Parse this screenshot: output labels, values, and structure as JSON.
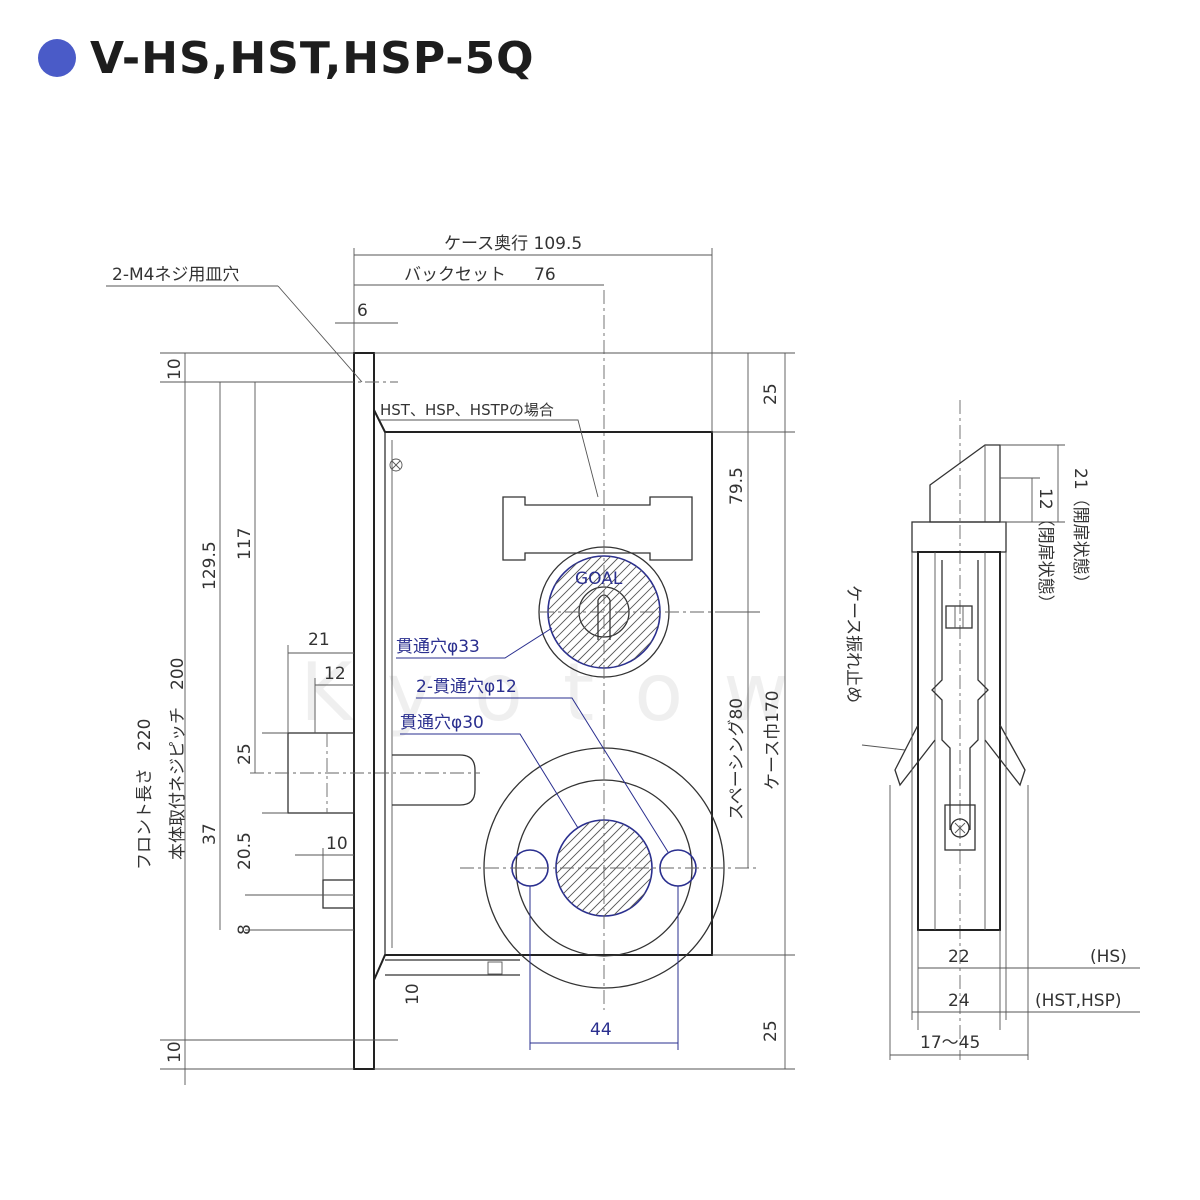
{
  "header": {
    "title": "V-HS,HST,HSP-5Q"
  },
  "colors": {
    "title_dot": "#4a5bc8",
    "line": "#333333",
    "accent_blue": "#2a2f8f"
  },
  "front_view": {
    "case_depth": "ケース奥行 109.5",
    "backset_label": "バックセット",
    "backset_value": "76",
    "screw_hole": "2-M4ネジ用皿穴",
    "dim_6": "6",
    "variant_note": "HST、HSP、HSTPの場合",
    "dim_10_top": "10",
    "dim_1295": "129.5",
    "dim_117": "117",
    "front_length": "フロント長さ　220",
    "mount_pitch": "本体取付ネジピッチ　200",
    "dim_21": "21",
    "dim_12": "12",
    "dim_25_left": "25",
    "dim_37": "37",
    "dim_205": "20.5",
    "dim_10_latch": "10",
    "dim_8": "8",
    "dim_10_bottom": "10",
    "dim_10_inner": "10",
    "dim_44": "44",
    "dim_25_right_top": "25",
    "dim_795": "79.5",
    "spacing": "スペーシング80",
    "case_width": "ケース巾170",
    "dim_25_right_bottom": "25",
    "hole_33": "貫通穴φ33",
    "hole_12": "2-貫通穴φ12",
    "hole_30": "貫通穴φ30",
    "cylinder_brand": "GOAL"
  },
  "side_view": {
    "dim_21": "21（開扉状態）",
    "dim_12": "12（閉扉状態）",
    "anti_rattle": "ケース振れ止め",
    "dim_22": "22",
    "label_hs": "(HS)",
    "dim_24": "24",
    "label_hst": "(HST,HSP)",
    "door_range": "17～45"
  },
  "watermark": "Kyotow"
}
